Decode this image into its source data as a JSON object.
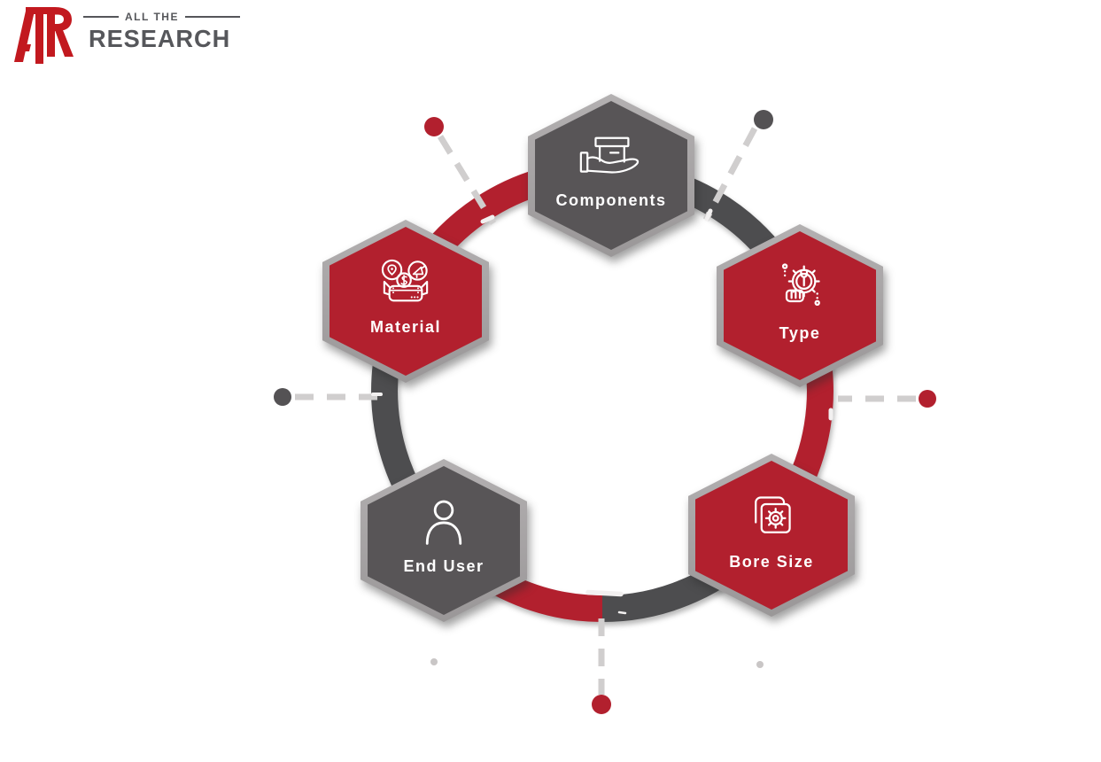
{
  "logo": {
    "monogram": "AR",
    "top_label": "ALL THE",
    "bottom_label": "RESEARCH"
  },
  "colors": {
    "accent_red": "#B2202E",
    "ring_gray": "#4D4D4F",
    "hex_gray": "#585557",
    "hex_frame": "#A8A5A6",
    "dash_gray": "#D0CECE",
    "logo_red": "#C2191F",
    "logo_gray": "#55565A",
    "label_white": "#FFFFFF"
  },
  "diagram": {
    "type": "circular-segmentation",
    "nodes": [
      {
        "id": "components",
        "label": "Components",
        "icon": "box-in-hand-icon",
        "hex_color": "gray",
        "position": "top"
      },
      {
        "id": "type",
        "label": "Type",
        "icon": "gear-wrench-hand-icon",
        "hex_color": "red",
        "position": "upper-right"
      },
      {
        "id": "bore-size",
        "label": "Bore Size",
        "icon": "gear-panel-icon",
        "hex_color": "red",
        "position": "lower-right"
      },
      {
        "id": "end-user",
        "label": "End User",
        "icon": "person-icon",
        "hex_color": "gray",
        "position": "lower-left"
      },
      {
        "id": "material",
        "label": "Material",
        "icon": "marketing-supplies-icon",
        "hex_color": "red",
        "position": "upper-left"
      }
    ],
    "ring_segments": [
      {
        "from": "components",
        "to": "type",
        "color": "#4D4D4F"
      },
      {
        "from": "type",
        "to": "bore-size",
        "color": "#B2202E"
      },
      {
        "from": "bore-size",
        "to": "bottom-junction",
        "color": "#4D4D4F"
      },
      {
        "from": "bottom-junction",
        "to": "end-user",
        "color": "#B2202E"
      },
      {
        "from": "end-user",
        "to": "material",
        "color": "#4D4D4F"
      },
      {
        "from": "material",
        "to": "components",
        "color": "#B2202E"
      }
    ],
    "connectors": [
      {
        "position": "top-left",
        "dot_color": "#B2202E"
      },
      {
        "position": "top-right",
        "dot_color": "#545254"
      },
      {
        "position": "left",
        "dot_color": "#545254"
      },
      {
        "position": "right",
        "dot_color": "#B2202E"
      },
      {
        "position": "bottom",
        "dot_color": "#B2202E"
      }
    ]
  }
}
